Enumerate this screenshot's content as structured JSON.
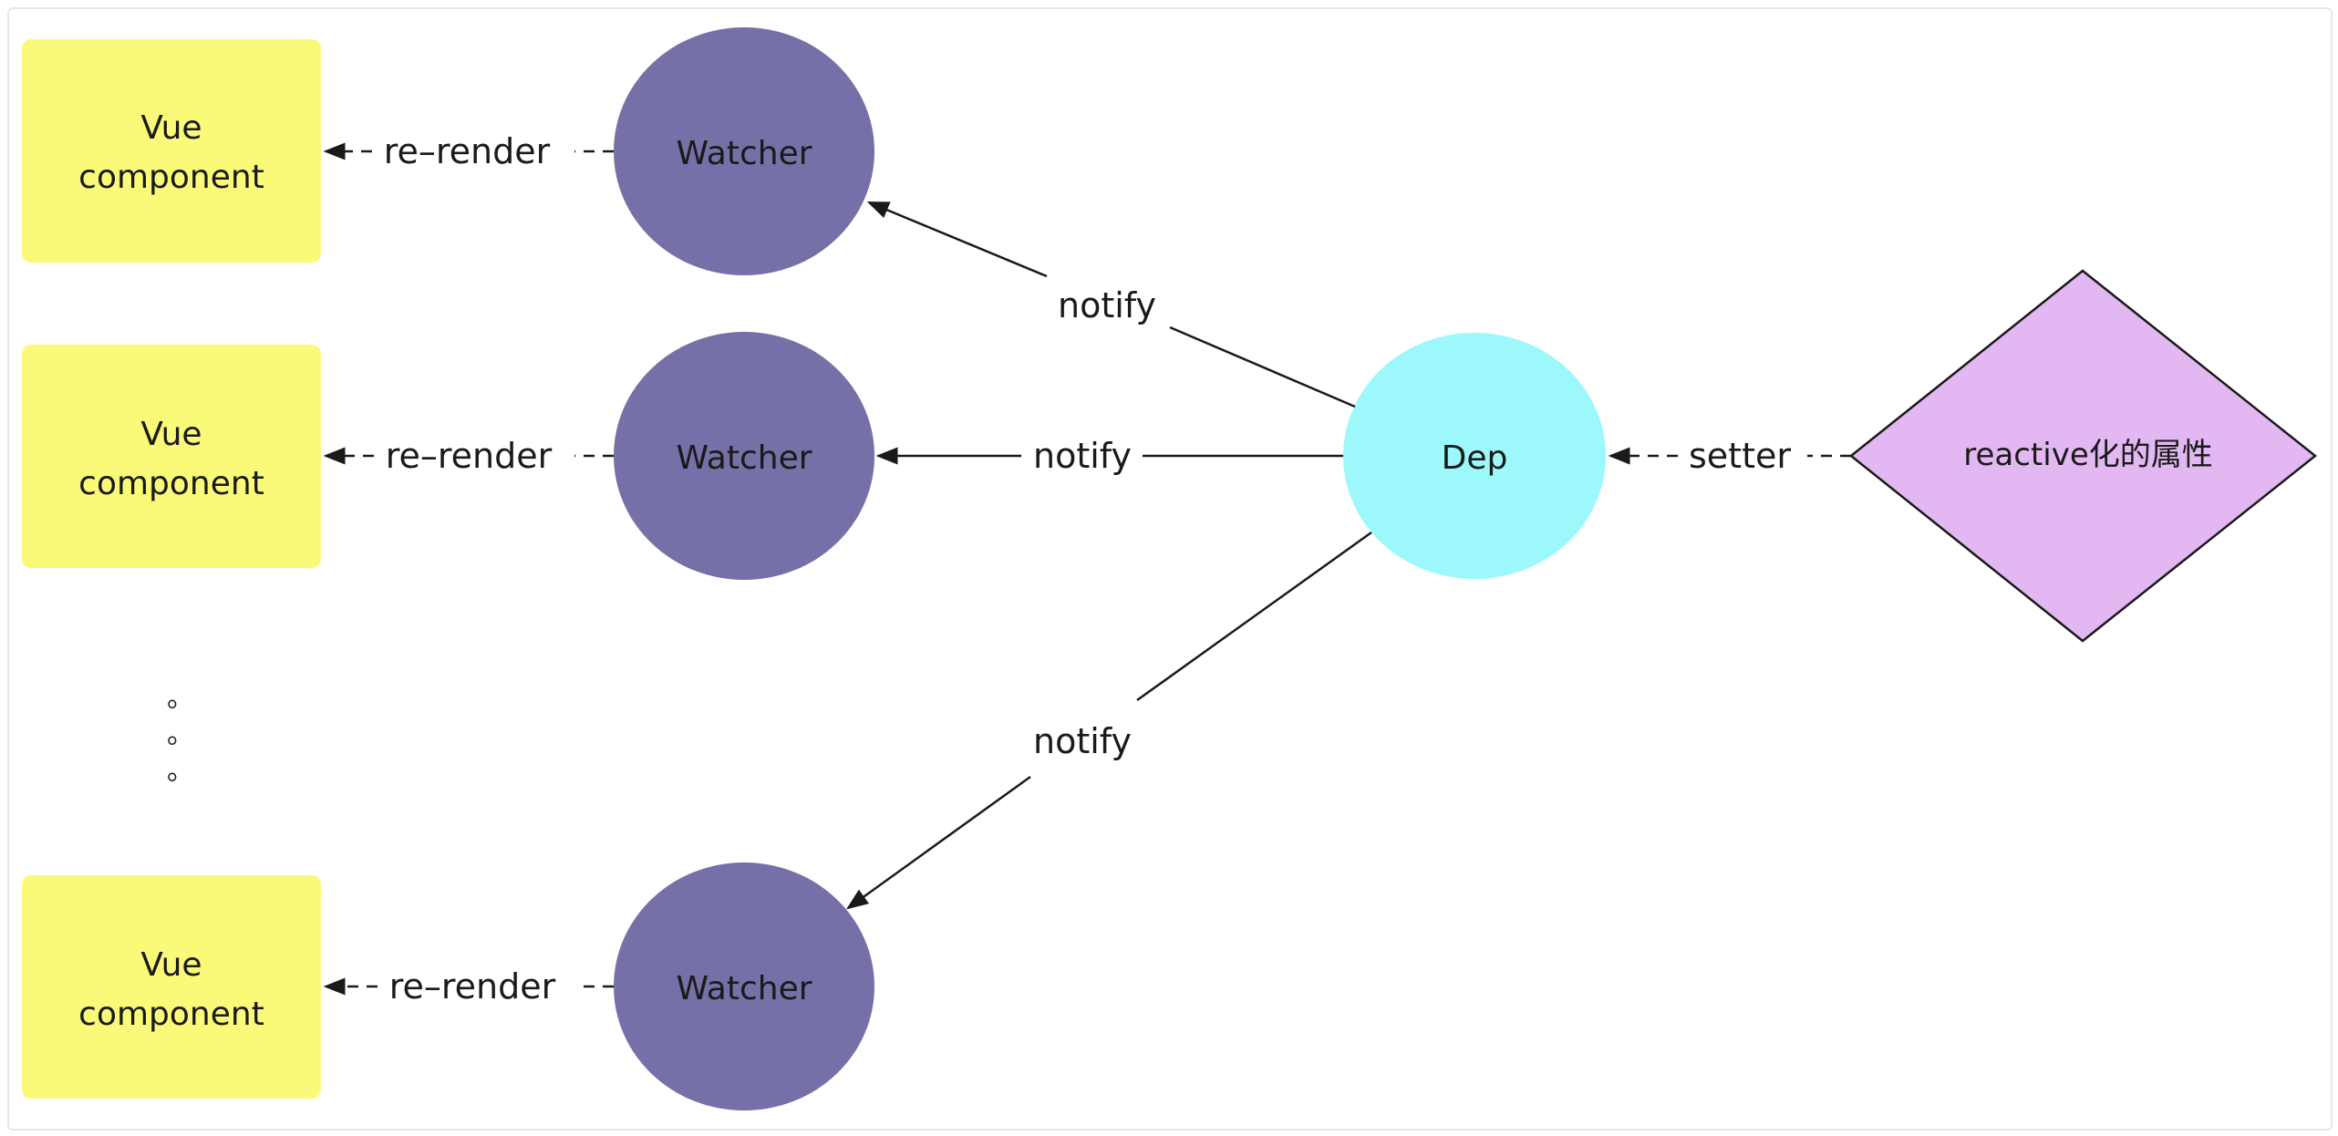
{
  "diagram": {
    "components": [
      {
        "line1": "Vue",
        "line2": "component"
      },
      {
        "line1": "Vue",
        "line2": "component"
      },
      {
        "line1": "Vue",
        "line2": "component"
      }
    ],
    "watchers": [
      "Watcher",
      "Watcher",
      "Watcher"
    ],
    "dep": "Dep",
    "reactive_property": "reactive化的属性",
    "edge_labels": {
      "re_render": [
        "re–render",
        "re–render",
        "re–render"
      ],
      "notify": [
        "notify",
        "notify",
        "notify"
      ],
      "setter": "setter"
    },
    "ellipsis": [
      "。",
      "。",
      "。"
    ],
    "colors": {
      "component_fill": "#fbfa78",
      "watcher_fill": "#7670a8",
      "dep_fill": "#9cf8fa",
      "reactive_fill": "#e3b8f2",
      "edge": "#1a1a1a"
    }
  }
}
